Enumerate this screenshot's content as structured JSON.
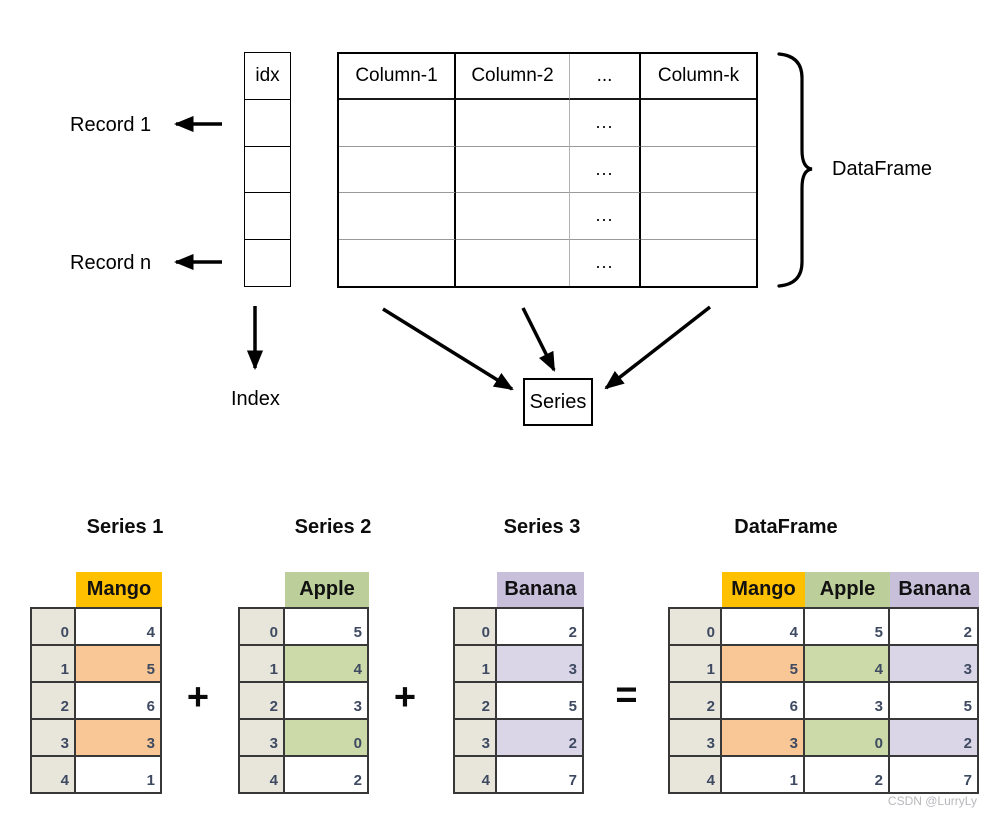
{
  "top_diagram": {
    "record_label_1": "Record 1",
    "record_label_n": "Record n",
    "idx_header": "idx",
    "idx_fill": "#F9B9B1",
    "header_fill": "#FCE79E",
    "columns": [
      "Column-1",
      "Column-2",
      "...",
      "Column-k"
    ],
    "dots": "...",
    "brace_label": "DataFrame",
    "index_label": "Index",
    "series_label": "Series"
  },
  "bottom_section": {
    "index_cell_color": "#E8E6DB",
    "border_color": "#383838",
    "plus_operator": "+",
    "equals_operator": "=",
    "series_tables": [
      {
        "title": "Series 1",
        "column": "Mango",
        "header_color": "#FFC000",
        "highlight_color": "#F8C795",
        "index": [
          "0",
          "1",
          "2",
          "3",
          "4"
        ],
        "values": [
          "4",
          "5",
          "6",
          "3",
          "1"
        ],
        "highlight_rows": [
          1,
          3
        ]
      },
      {
        "title": "Series 2",
        "column": "Apple",
        "header_color": "#BCCF9A",
        "highlight_color": "#CBDAA8",
        "index": [
          "0",
          "1",
          "2",
          "3",
          "4"
        ],
        "values": [
          "5",
          "4",
          "3",
          "0",
          "2"
        ],
        "highlight_rows": [
          1,
          3
        ]
      },
      {
        "title": "Series 3",
        "column": "Banana",
        "header_color": "#C8C0DB",
        "highlight_color": "#DBD5E8",
        "index": [
          "0",
          "1",
          "2",
          "3",
          "4"
        ],
        "values": [
          "2",
          "3",
          "5",
          "2",
          "7"
        ],
        "highlight_rows": [
          1,
          3
        ]
      }
    ],
    "result_table": {
      "title": "DataFrame",
      "columns": [
        "Mango",
        "Apple",
        "Banana"
      ],
      "column_header_colors": [
        "#FFC000",
        "#BCCF9A",
        "#C8C0DB"
      ],
      "column_highlight_colors": [
        "#F8C795",
        "#CBDAA8",
        "#DBD5E8"
      ],
      "index": [
        "0",
        "1",
        "2",
        "3",
        "4"
      ],
      "rows": [
        [
          "4",
          "5",
          "2"
        ],
        [
          "5",
          "4",
          "3"
        ],
        [
          "6",
          "3",
          "5"
        ],
        [
          "3",
          "0",
          "2"
        ],
        [
          "1",
          "2",
          "7"
        ]
      ],
      "highlight_rows": [
        1,
        3
      ]
    }
  },
  "watermark": "CSDN @LurryLy"
}
